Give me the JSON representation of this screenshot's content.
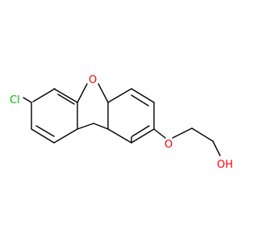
{
  "molecule": {
    "atoms": {
      "chlorine": {
        "label": "Cl",
        "color": "#00b800"
      },
      "furan_oxygen": {
        "label": "O",
        "color": "#ff0000"
      },
      "ether_oxygen": {
        "label": "O",
        "color": "#ff0000"
      },
      "hydroxyl": {
        "label": "OH",
        "color": "#ff0000"
      }
    },
    "bond_color": "#000000"
  }
}
